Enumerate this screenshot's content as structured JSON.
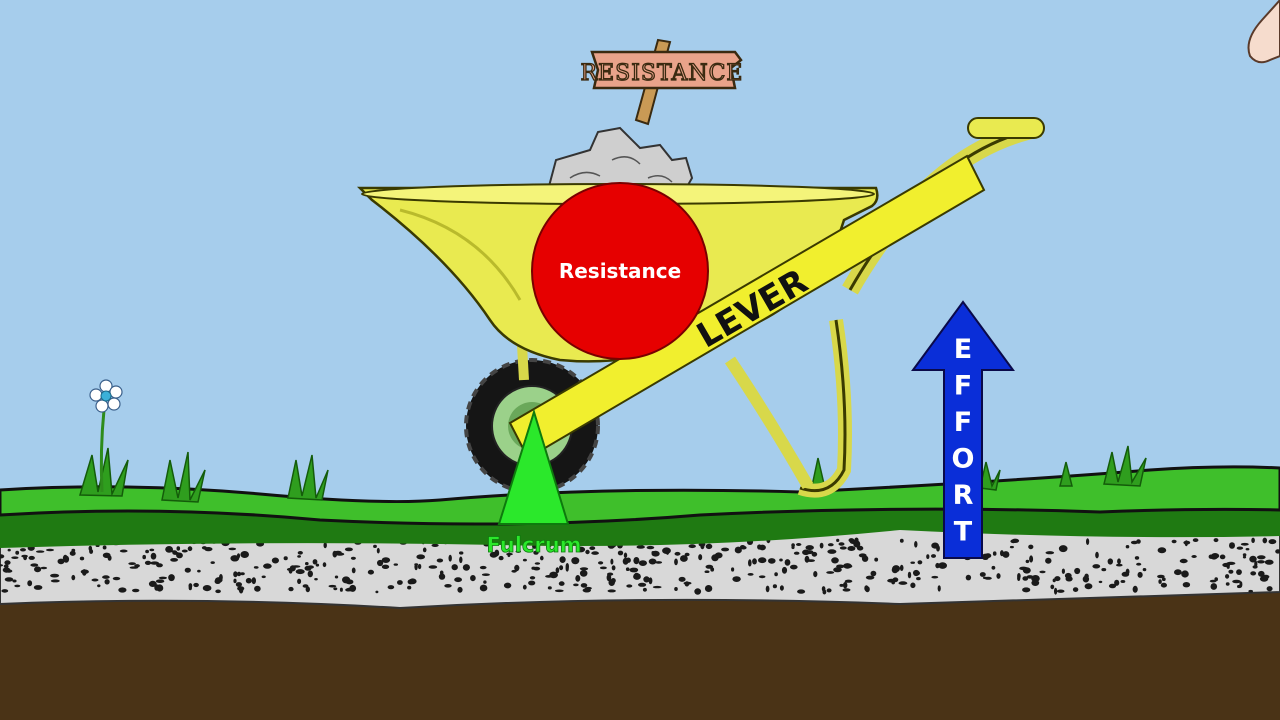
{
  "sign": {
    "text": "RESISTANCE"
  },
  "resistance": {
    "label": "Resistance"
  },
  "lever": {
    "label": "LEVER"
  },
  "fulcrum": {
    "label": "Fulcrum"
  },
  "effort": {
    "label": "EFFORT",
    "letters": [
      "E",
      "F",
      "F",
      "O",
      "R",
      "T"
    ]
  },
  "colors": {
    "sky": "#a6cdec",
    "grass": "#3fbf2b",
    "grass_dark": "#1f7a12",
    "gravel": "#d6d6d6",
    "soil": "#4a3316",
    "barrow": "#e9ea50",
    "lever": "#f1ef2e",
    "resistance": "#e60000",
    "fulcrum": "#2be82b",
    "effort_arrow": "#0a2ed8",
    "sign": "#e9a38a"
  }
}
